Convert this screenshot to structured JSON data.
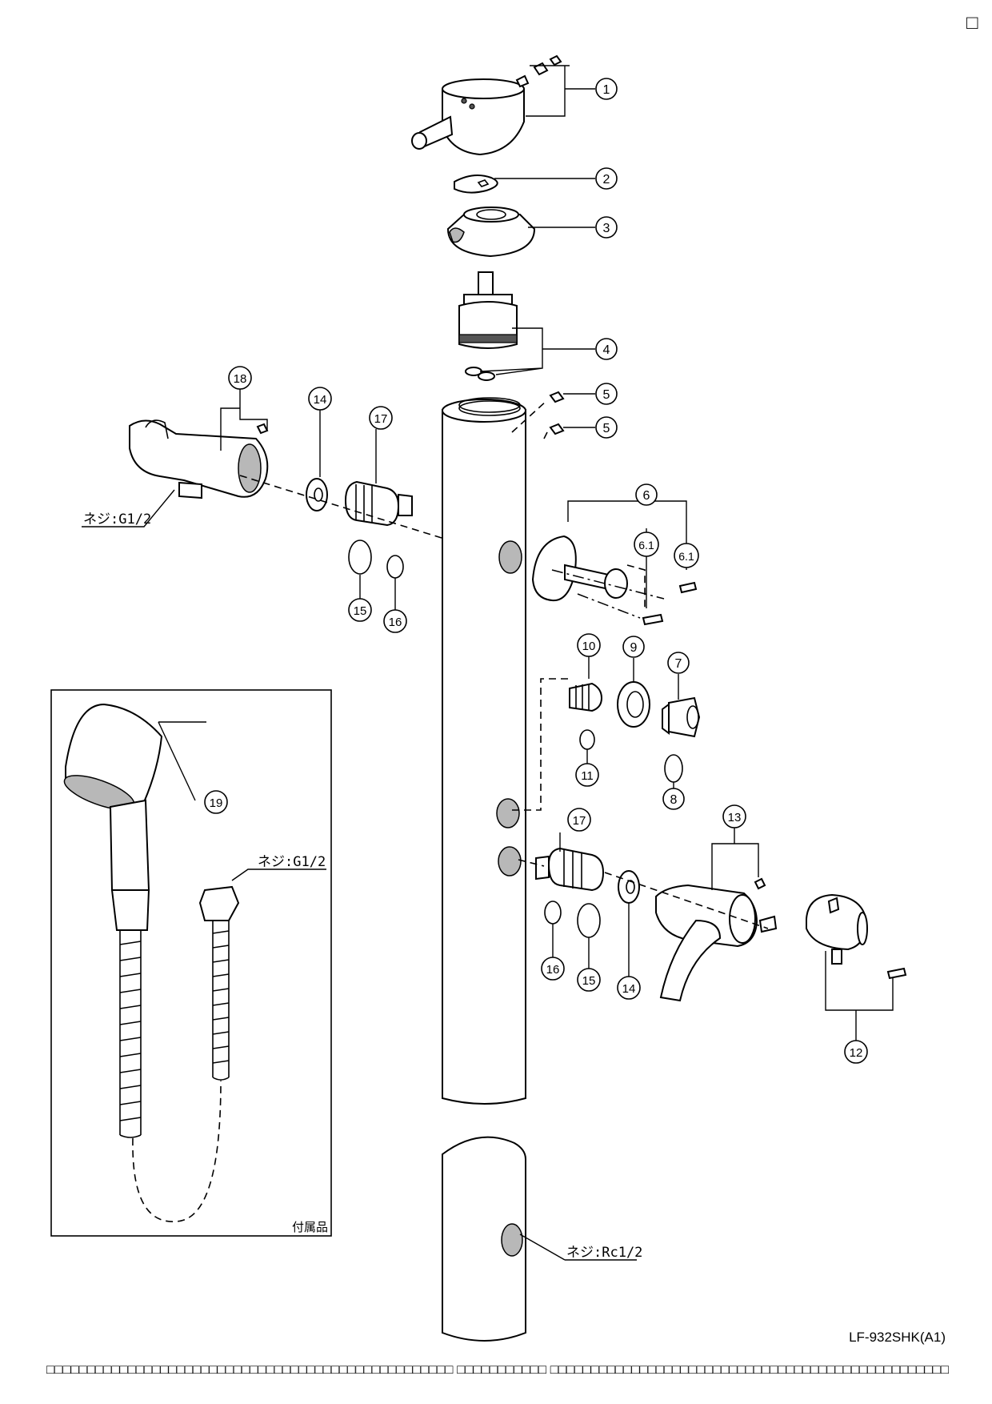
{
  "model_code": "LF-932SHK(A1)",
  "callouts": [
    "1",
    "2",
    "3",
    "4",
    "5",
    "5",
    "6",
    "6.1",
    "6.1",
    "7",
    "8",
    "9",
    "10",
    "11",
    "12",
    "13",
    "14",
    "14",
    "15",
    "15",
    "16",
    "16",
    "17",
    "17",
    "18",
    "19"
  ],
  "thread_labels": {
    "holder_thread": "ネジ:G1/2",
    "hose_thread": "ネジ:G1/2",
    "pipe_thread": "ネジ:Rc1/2"
  },
  "accessory_label": "付属品",
  "footer_text": "□□□□□□□□□□□□□□□□□□□□□□□□□□□□□□□□□□□□□□□□□□□□□□□□□□ □□□□□□□□□□□ □□□□□□□□□□□□□□□□□□□□□□□□□□□□□□□□□□□□□□□□□□□□□□□□□",
  "corner_mark": "□"
}
